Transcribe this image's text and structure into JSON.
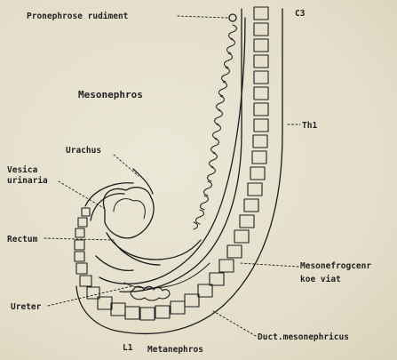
{
  "labels": {
    "pronephros_rudiment": "Pronephrose rudiment",
    "c3": "C3",
    "mesonephros": "Mesonephros",
    "th1": "Th1",
    "urachus": "Urachus",
    "vesica_1": "Vesica",
    "vesica_2": "urinaria",
    "rectum": "Rectum",
    "mesonefro_1": "Mesonefrogcenr",
    "mesonefro_2": "koe viat",
    "ureter": "Ureter",
    "duct_meso": "Duct.mesonephricus",
    "l1": "L1",
    "metanephros": "Metanephros"
  }
}
